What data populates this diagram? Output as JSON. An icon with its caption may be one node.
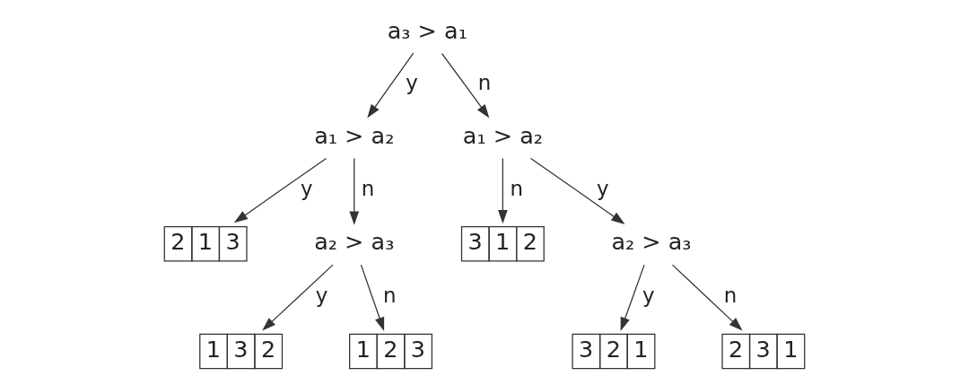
{
  "diagram": {
    "nodes": [
      {
        "text": [
          "a₃ > a₁"
        ]
      },
      {
        "text": [
          "a₁ > a₂"
        ]
      },
      {
        "text": [
          "a₁ > a₂"
        ]
      },
      {
        "text": [
          "2",
          "1",
          "3"
        ]
      },
      {
        "text": [
          "3",
          "1",
          "2"
        ]
      },
      {
        "text": [
          "a₂ > a₃"
        ]
      },
      {
        "text": [
          "a₂ > a₃"
        ]
      },
      {
        "text": [
          "1",
          "3",
          "2"
        ]
      },
      {
        "text": [
          "1",
          "2",
          "3"
        ]
      },
      {
        "text": [
          "3",
          "2",
          "1"
        ]
      },
      {
        "text": [
          "2",
          "3",
          "1"
        ]
      }
    ],
    "edges": [
      {
        "from": 0,
        "to": 1,
        "arrow": "to",
        "label": "y"
      },
      {
        "from": 0,
        "to": 2,
        "arrow": "to",
        "label": "n"
      },
      {
        "from": 1,
        "to": 3,
        "arrow": "to",
        "label": "y"
      },
      {
        "from": 1,
        "to": 5,
        "arrow": "to",
        "label": "n"
      },
      {
        "from": 2,
        "to": 6,
        "arrow": "to",
        "label": "y"
      },
      {
        "from": 2,
        "to": 4,
        "arrow": "to",
        "label": "n"
      },
      {
        "from": 5,
        "to": 7,
        "arrow": "to",
        "label": "y"
      },
      {
        "from": 5,
        "to": 8,
        "arrow": "to",
        "label": "n"
      },
      {
        "from": 6,
        "to": 9,
        "arrow": "to",
        "label": "y"
      },
      {
        "from": 6,
        "to": 10,
        "arrow": "to",
        "label": "n"
      }
    ]
  }
}
